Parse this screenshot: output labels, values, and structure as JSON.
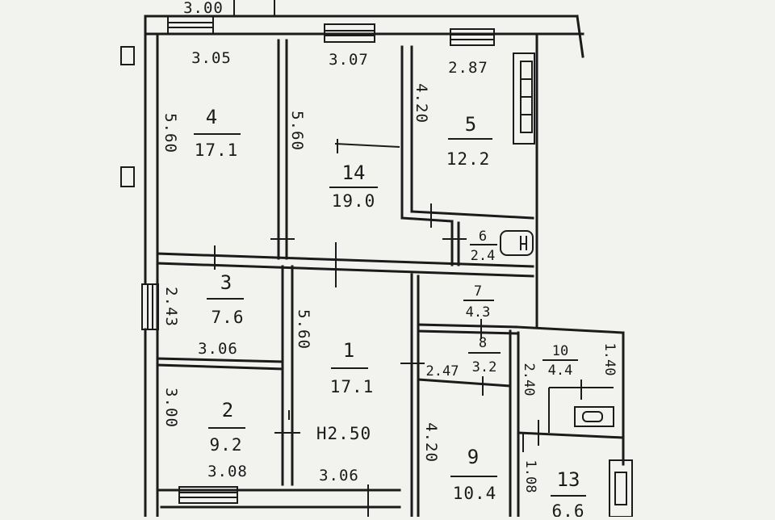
{
  "rooms": {
    "r4": {
      "num": "4",
      "area": "17.1"
    },
    "r14": {
      "num": "14",
      "area": "19.0"
    },
    "r5": {
      "num": "5",
      "area": "12.2"
    },
    "r6": {
      "num": "6",
      "area": "2.4"
    },
    "r3": {
      "num": "3",
      "area": "7.6"
    },
    "r1": {
      "num": "1",
      "area": "17.1"
    },
    "r7": {
      "num": "7",
      "area": "4.3"
    },
    "r8": {
      "num": "8",
      "area": "3.2"
    },
    "r10": {
      "num": "10",
      "area": "4.4"
    },
    "r2": {
      "num": "2",
      "area": "9.2"
    },
    "r9": {
      "num": "9",
      "area": "10.4"
    },
    "r13": {
      "num": "13",
      "area": "6.6"
    }
  },
  "dimensions": {
    "top_edge": "3.00",
    "r4_width": "3.05",
    "r14_width": "3.07",
    "r5_width": "2.87",
    "r4_depth": "5.60",
    "r14_depth": "5.60",
    "r5_depth": "4.20",
    "r3_depth": "2.43",
    "r3_width": "3.06",
    "r1_depth": "5.60",
    "r8_width": "2.47",
    "r10_depth_left": "2.40",
    "r10_depth_right": "1.40",
    "r2_depth": "3.00",
    "r2_width": "3.08",
    "r1_width": "3.06",
    "r9_depth": "4.20",
    "r13_depth": "1.08",
    "ceiling_height": "H2.50"
  }
}
